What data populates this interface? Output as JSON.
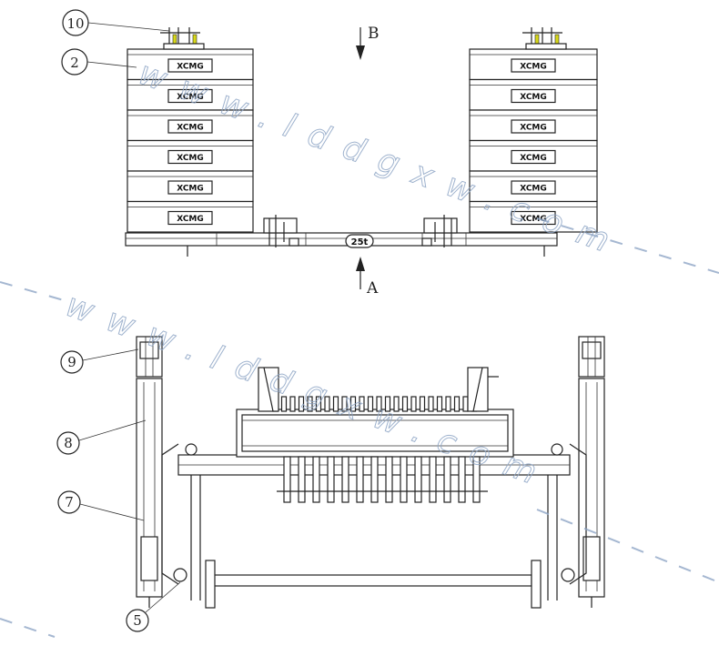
{
  "labels": {
    "view_b": "B",
    "view_a": "A",
    "part_10": "10",
    "part_2": "2",
    "part_9": "9",
    "part_8": "8",
    "part_7": "7",
    "part_5": "5",
    "capacity": "25t"
  },
  "weights": {
    "brand": "XCMG",
    "left_stack": [
      "XCMG",
      "XCMG",
      "XCMG",
      "XCMG",
      "XCMG",
      "XCMG"
    ],
    "right_stack": [
      "XCMG",
      "XCMG",
      "XCMG",
      "XCMG",
      "XCMG",
      "XCMG"
    ]
  },
  "watermark": {
    "text": "www.lddgxw.com"
  },
  "colors": {
    "line": "#222222",
    "watermark": "#8fa6c6",
    "shackle_accent": "#d8d81a"
  }
}
